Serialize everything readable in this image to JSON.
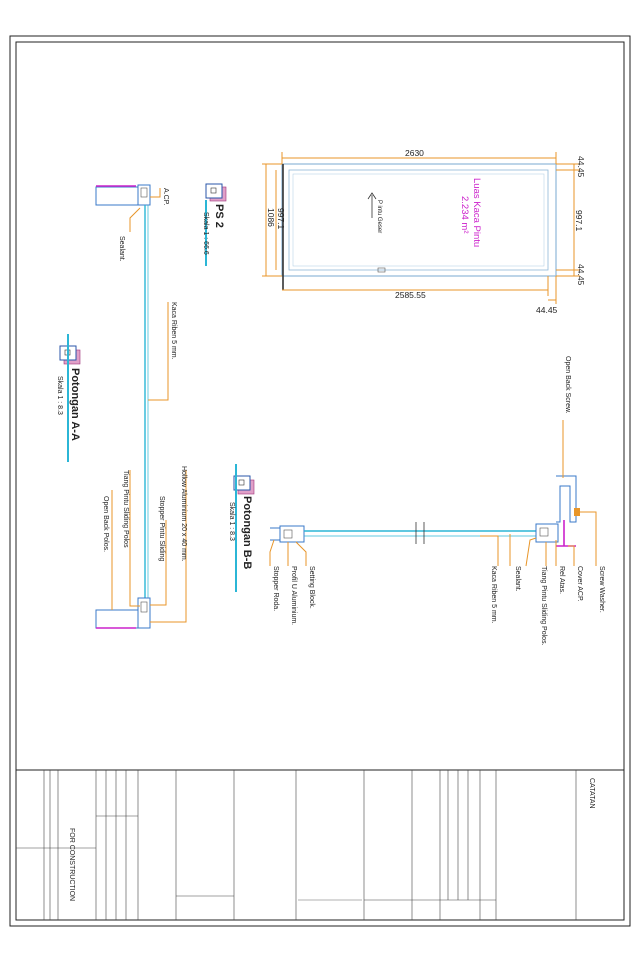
{
  "elevation": {
    "dim_top": "2630",
    "dim_bottom": "2585.55",
    "dim_left_outer": "1086",
    "dim_left_inner": "997.1",
    "dim_right_inner": "997.1",
    "dim_right_top": "44.45",
    "dim_right_bottom": "44.45",
    "dim_corner": "44.45",
    "area_label": "Luas Kaca Pintu",
    "area_value": "2.234 m²",
    "arrow_label": "P intu Geser"
  },
  "ps2": {
    "title": "PS 2",
    "scale": "Skala 1 : 66.6"
  },
  "section_aa": {
    "title": "Potongan A-A",
    "scale": "Skala 1 : 8.3",
    "labels": {
      "acp": "A.CP.",
      "sealant": "Sealant.",
      "glass": "Kaca Riben 5 mm.",
      "hollow": "Hollow Aluminium 20 x 40 mm.",
      "stopper": "Stopper Pintu Sliding",
      "tiang": "Tiang Pintu Sliding Polos",
      "open_back": "Open Back Polos."
    }
  },
  "section_bb": {
    "title": "Potongan B-B",
    "scale": "Skala 1 : 8.3",
    "labels": {
      "open_back_screw": "Open Back Screw.",
      "screw_washer": "Screw Washer.",
      "cover_acp": "Cover ACP.",
      "rel_atas": "Rel Atas.",
      "tiang": "Tiang Pintu Sliding Polos.",
      "sealant": "Sealant.",
      "glass": "Kaca Riben 5 mm.",
      "setting_block": "Setting Block.",
      "profil_u": "Profil U Aluminium.",
      "stopper_roda": "Stopper Roda."
    }
  },
  "title_block": {
    "catatan": "CATATAN",
    "for_construction": "FOR CONSTRUCTION"
  }
}
